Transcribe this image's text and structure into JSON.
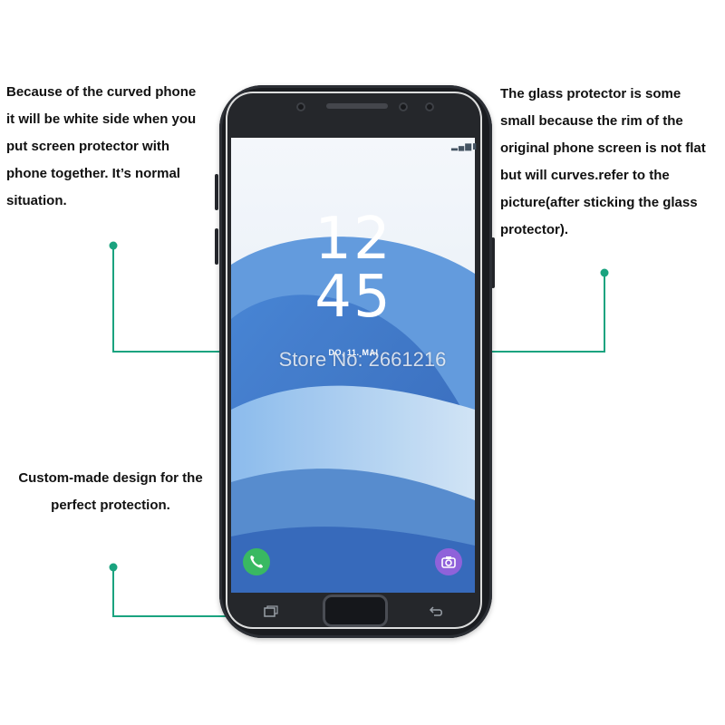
{
  "watermark": "Store No: 2661216",
  "annotations": {
    "left_top": [
      "Because of the curved phone",
      "it will be white side when you",
      "put screen protector with",
      "phone together. It’s normal",
      "situation."
    ],
    "right_top": [
      "The glass protector is some",
      "small because the rim of the",
      "original phone screen is not flat",
      "but will curves.refer to the",
      "picture(after sticking the glass",
      "protector)."
    ],
    "left_bottom": [
      "Custom-made design for the",
      "perfect protection."
    ]
  },
  "lockscreen": {
    "hour": "12",
    "minute": "45",
    "date": "DO, 11. MAI"
  },
  "colors": {
    "callout": "#1aa37f",
    "phone_body": "#1a1c20",
    "wallpaper_blue": "#4d8ad6"
  },
  "icons": [
    "phone-app-icon",
    "camera-app-icon",
    "recent-apps-key-icon",
    "back-key-icon",
    "signal-battery-icon"
  ]
}
